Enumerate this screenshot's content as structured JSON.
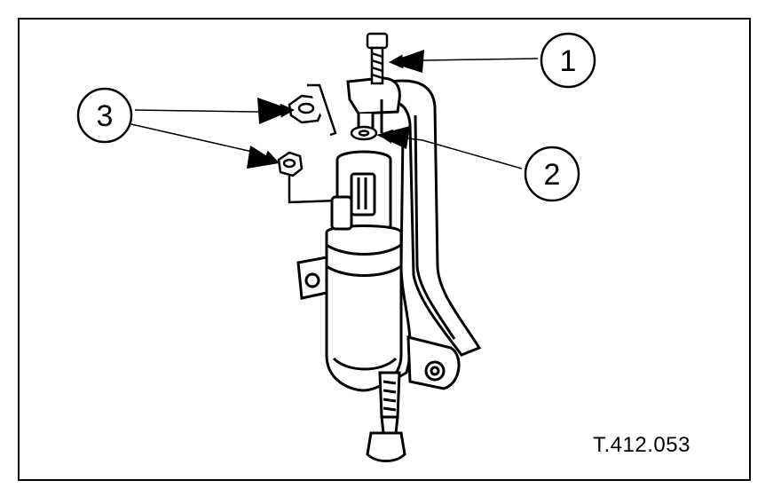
{
  "callouts": [
    {
      "id": "1",
      "label": "1"
    },
    {
      "id": "2",
      "label": "2"
    },
    {
      "id": "3",
      "label": "3"
    }
  ],
  "figure_ref": "T.412.053"
}
